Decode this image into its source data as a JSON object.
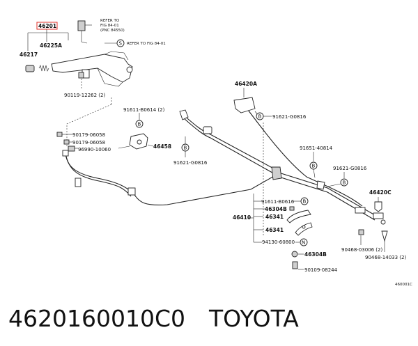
{
  "labels": {
    "p46201": "46201",
    "p46225A": "46225A",
    "p46217": "46217",
    "ref1": "REFER TO",
    "ref2": "FIG 84-01",
    "ref3": "(PNC 84550)",
    "ref4": "REFER TO FIG 84-01",
    "p90119": "90119-12262 (2)",
    "p91611a": "91611-B0614 (2)",
    "p90179a": "90179-06058",
    "p90179b": "90179-06058",
    "p96990": "96990-10060",
    "p46458": "46458",
    "p91621a": "91621-G0816",
    "p46420A": "46420A",
    "p91621b": "91621-G0816",
    "p91651": "91651-40814",
    "p91621c": "91621-G0816",
    "p46420C": "46420C",
    "p91611b": "91611-B0616",
    "p46304Ba": "46304B",
    "p46341a": "46341",
    "p46410": "46410",
    "p46341b": "46341",
    "p94130": "94130-60800",
    "p46304Bb": "46304B",
    "p90109": "90109-08244",
    "p90468a": "90468-03006 (2)",
    "p90468b": "90468-14033 (2)",
    "code": "460001C"
  },
  "circles": {
    "s": "S",
    "b": "B",
    "n": "N"
  },
  "caption": {
    "part_number": "4620160010C0",
    "brand": "TOYOTA"
  },
  "colors": {
    "highlight_box": "#e0302a",
    "ink": "#222222"
  }
}
